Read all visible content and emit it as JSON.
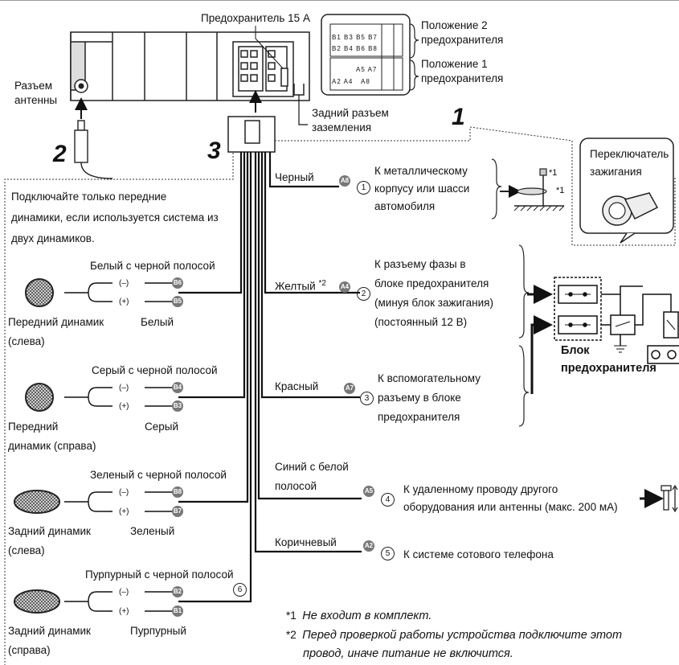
{
  "header": {
    "fuse_label": "Предохранитель 15 A",
    "fuse_pos2_line1": "Положение 2",
    "fuse_pos2_line2": "предохранителя",
    "fuse_pos1_line1": "Положение 1",
    "fuse_pos1_line2": "предохранителя",
    "antenna_line1": "Разъем",
    "antenna_line2": "антенны",
    "ground_line1": "Задний разъем",
    "ground_line2": "заземления",
    "pins_row1": [
      "B1",
      "B3",
      "B5",
      "B7"
    ],
    "pins_row2": [
      "B2",
      "B4",
      "B6",
      "B8"
    ],
    "pins_row3": [
      "A5",
      "A7"
    ],
    "pins_row4": [
      "A2",
      "A4",
      "A8"
    ]
  },
  "callouts": {
    "one": "1",
    "two": "2",
    "three": "3"
  },
  "speakers": {
    "note_line1": "Подключайте только передние",
    "note_line2": "динамики, если используется система из",
    "note_line3": "двух динамиков.",
    "minus": "(–)",
    "plus": "(+)",
    "front_left": {
      "wire_top": "Белый с черной полосой",
      "wire_bottom": "Белый",
      "name_line1": "Передний динамик",
      "name_line2": "(слева)",
      "pin_minus": "B6",
      "pin_plus": "B5"
    },
    "front_right": {
      "wire_top": "Серый с черной полосой",
      "wire_bottom": "Серый",
      "name_line1": "Передний",
      "name_line2": "динамик (справа)",
      "pin_minus": "B4",
      "pin_plus": "B3"
    },
    "rear_left": {
      "wire_top": "Зеленый с черной полосой",
      "wire_bottom": "Зеленый",
      "name_line1": "Задний динамик",
      "name_line2": "(слева)",
      "pin_minus": "B8",
      "pin_plus": "B7"
    },
    "rear_right": {
      "wire_top": "Пурпурный с черной полосой",
      "wire_bottom": "Пурпурный",
      "name_line1": "Задний динамик",
      "name_line2": "(справа)",
      "pin_minus": "B2",
      "pin_plus": "B1"
    },
    "six_marker": "6"
  },
  "wires": [
    {
      "color": "Черный",
      "sup": "",
      "pin": "A8",
      "num": "1",
      "desc": [
        "К металлическому",
        "корпусу или шасси",
        "автомобиля"
      ]
    },
    {
      "color": "Желтый",
      "sup": "*2",
      "pin": "A4",
      "num": "2",
      "desc": [
        "К разъему фазы в",
        "блоке предохранителя",
        "(минуя блок зажигания)",
        "(постоянный 12 В)"
      ]
    },
    {
      "color": "Красный",
      "sup": "",
      "pin": "A7",
      "num": "3",
      "desc": [
        "К вспомогательному",
        "разъему в блоке",
        "предохранителя"
      ]
    },
    {
      "color_line1": "Синий с белой",
      "color_line2": "полосой",
      "pin": "A5",
      "num": "4",
      "desc": [
        "К удаленному проводу другого",
        "оборудования или антенны (макс. 200 мА)"
      ]
    },
    {
      "color": "Коричневый",
      "sup": "",
      "pin": "A2",
      "num": "5",
      "desc": [
        "К системе сотового телефона"
      ]
    }
  ],
  "right": {
    "ignition_line1": "Переключатель",
    "ignition_line2": "зажигания",
    "fuse_block_line1": "Блок",
    "fuse_block_line2": "предохранителя",
    "ground_note1": "*1",
    "ground_note2": "*1"
  },
  "footnotes": [
    {
      "mark": "*1",
      "text": "Не входит в комплект."
    },
    {
      "mark": "*2",
      "text": "Перед проверкой работы устройства подключите этот"
    },
    {
      "mark": "",
      "text": "провод, иначе питание не включится."
    }
  ]
}
